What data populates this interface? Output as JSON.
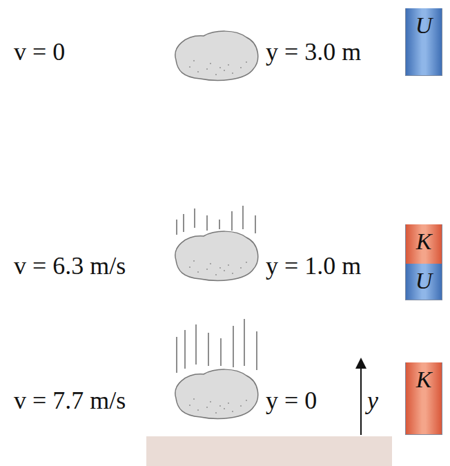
{
  "diagram": {
    "nodes": [
      {
        "text": [
          "U"
        ]
      },
      {
        "text": [
          "K",
          "U"
        ]
      },
      {
        "text": [
          "K"
        ]
      }
    ],
    "labels": [
      "v = 0",
      "y = 3.0 m",
      "v = 6.3 m/s",
      "y = 1.0 m",
      "v = 7.7 m/s",
      "y = 0",
      "y"
    ]
  }
}
